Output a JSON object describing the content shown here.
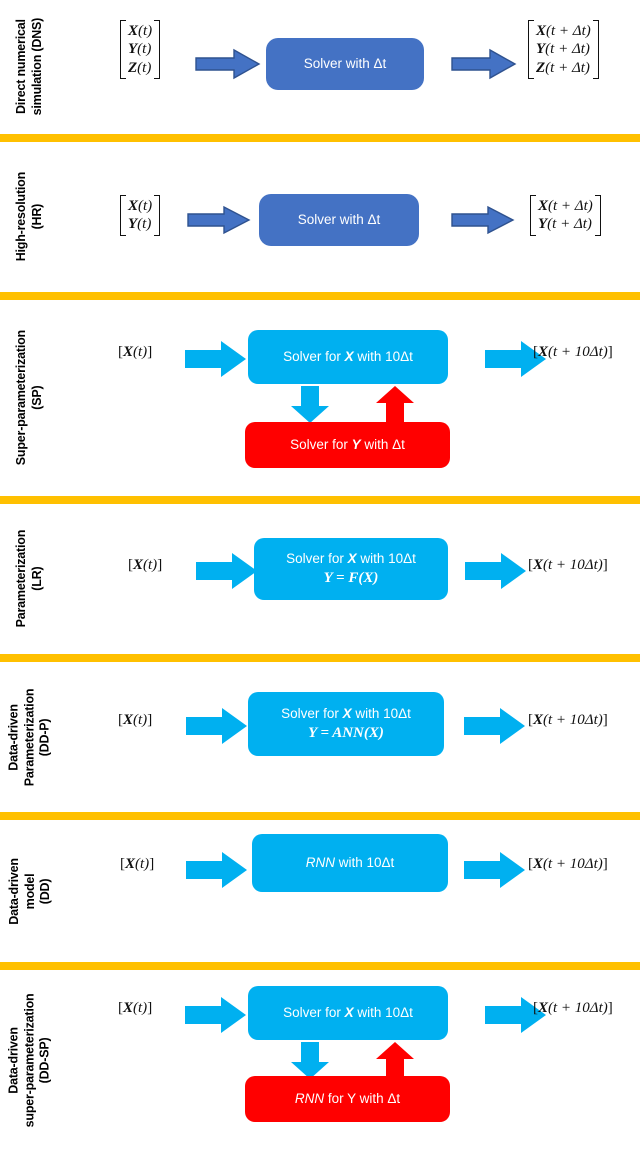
{
  "figure": {
    "title": "Schematic of modeling frameworks",
    "colors": {
      "divider_yellow": "#FFC000",
      "dark_blue": "#4472C4",
      "light_blue": "#00B0F0",
      "red": "#FF0000",
      "text_dark": "#111111",
      "box_text": "#FFFFFF"
    }
  },
  "rows": [
    {
      "id": "dns",
      "label_lines": [
        "Direct numerical",
        "simulation (DNS)"
      ],
      "input": {
        "kind": "vector",
        "entries": [
          "X(t)",
          "Y(t)",
          "Z(t)"
        ]
      },
      "box": {
        "color": "dark_blue",
        "lines": [
          "Solver with Δt"
        ]
      },
      "output": {
        "kind": "vector",
        "entries": [
          "X(t + Δt)",
          "Y(t + Δt)",
          "Z(t + Δt)"
        ]
      },
      "feedback": null
    },
    {
      "id": "hr",
      "label_lines": [
        "High-resolution",
        "(HR)"
      ],
      "input": {
        "kind": "vector",
        "entries": [
          "X(t)",
          "Y(t)"
        ]
      },
      "box": {
        "color": "dark_blue",
        "lines": [
          "Solver with Δt"
        ]
      },
      "output": {
        "kind": "vector",
        "entries": [
          "X(t + Δt)",
          "Y(t + Δt)"
        ]
      },
      "feedback": null
    },
    {
      "id": "sp",
      "label_lines": [
        "Super-parameterization",
        "(SP)"
      ],
      "input": {
        "kind": "vector",
        "entries": [
          "X(t)"
        ]
      },
      "box": {
        "color": "light_blue",
        "lines": [
          "Solver for X with 10Δt"
        ]
      },
      "output": {
        "kind": "vector",
        "entries": [
          "X(t + 10Δt)"
        ]
      },
      "feedback": {
        "box": {
          "color": "red",
          "lines": [
            "Solver for Y with Δt"
          ]
        },
        "down_arrow_color": "light_blue",
        "up_arrow_color": "red"
      }
    },
    {
      "id": "lr",
      "label_lines": [
        "Parameterization",
        "(LR)"
      ],
      "input": {
        "kind": "vector",
        "entries": [
          "X(t)"
        ]
      },
      "box": {
        "color": "light_blue",
        "lines": [
          "Solver for X with 10Δt",
          "Y = F(X)"
        ]
      },
      "output": {
        "kind": "vector",
        "entries": [
          "X(t + 10Δt)"
        ]
      },
      "feedback": null
    },
    {
      "id": "dd-p",
      "label_lines": [
        "Data-driven",
        "Parameterization (DD-P)"
      ],
      "input": {
        "kind": "vector",
        "entries": [
          "X(t)"
        ]
      },
      "box": {
        "color": "light_blue",
        "lines": [
          "Solver for X with 10Δt",
          "Y = ANN(X)"
        ]
      },
      "output": {
        "kind": "vector",
        "entries": [
          "X(t + 10Δt)"
        ]
      },
      "feedback": null
    },
    {
      "id": "dd",
      "label_lines": [
        "Data-driven",
        "model (DD)"
      ],
      "input": {
        "kind": "vector",
        "entries": [
          "X(t)"
        ]
      },
      "box": {
        "color": "light_blue",
        "lines": [
          "RNN with 10Δt"
        ]
      },
      "output": {
        "kind": "vector",
        "entries": [
          "X(t + 10Δt)"
        ]
      },
      "feedback": null
    },
    {
      "id": "dd-sp",
      "label_lines": [
        "Data-driven",
        "super-parameterization (DD-SP)"
      ],
      "input": {
        "kind": "vector",
        "entries": [
          "X(t)"
        ]
      },
      "box": {
        "color": "light_blue",
        "lines": [
          "Solver for X with 10Δt"
        ]
      },
      "output": {
        "kind": "vector",
        "entries": [
          "X(t + 10Δt)"
        ]
      },
      "feedback": {
        "box": {
          "color": "red",
          "lines": [
            "RNN for Y with Δt"
          ]
        },
        "down_arrow_color": "light_blue",
        "up_arrow_color": "red"
      }
    }
  ],
  "labels": {
    "dns_line1": "Direct numerical",
    "dns_line2": "simulation (DNS)",
    "hr_line1": "High-resolution",
    "hr_line2": "(HR)",
    "sp_line1": "Super-parameterization",
    "sp_line2": "(SP)",
    "lr_line1": "Parameterization",
    "lr_line2": "(LR)",
    "ddp_line1": "Data-driven",
    "ddp_line2": "Parameterization",
    "ddp_line3": "(DD-P)",
    "dd_line1": "Data-driven",
    "dd_line2": "model",
    "dd_line3": "(DD)",
    "ddsp_line1": "Data-driven",
    "ddsp_line2": "super-parameterization",
    "ddsp_line3": "(DD-SP)"
  },
  "boxes": {
    "dns": "Solver with Δt",
    "hr": "Solver with Δt",
    "sp_main": "Solver for X with 10Δt",
    "sp_sub": "Solver for Y with Δt",
    "lr_l1": "Solver for X with 10Δt",
    "lr_l2": "Y = F(X)",
    "ddp_l1": "Solver for X with 10Δt",
    "ddp_l2": "Y = ANN(X)",
    "dd": "RNN with 10Δt",
    "ddsp_main": "Solver for X with 10Δt",
    "ddsp_sub": "RNN for Y with Δt"
  },
  "vectors": {
    "in_x": "X(t)",
    "in_y": "Y(t)",
    "in_z": "Z(t)",
    "out_x_dt": "X(t + Δt)",
    "out_y_dt": "Y(t + Δt)",
    "out_z_dt": "Z(t + Δt)",
    "out_x_10dt": "X(t + 10Δt)"
  }
}
